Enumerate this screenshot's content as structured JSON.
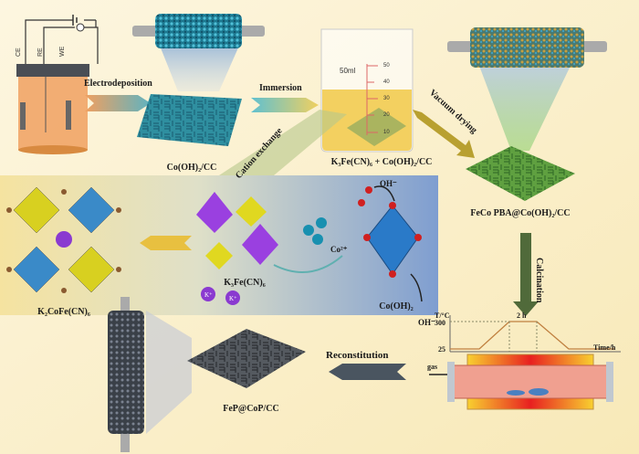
{
  "cell": {
    "ce": "CE",
    "re": "RE",
    "we": "WE"
  },
  "steps": {
    "electrodeposition": "Electrodeposition",
    "immersion": "Immersion",
    "vacuum_drying": "Vacuum drying",
    "cation_exchange": "Cation exchange",
    "calcination": "Calcination",
    "reconstitution": "Reconstitution"
  },
  "products": {
    "co_oh2_cc": "Co(OH)₂/CC",
    "beaker_mix": "K₃Fe(CN)₆ + Co(OH)₂/CC",
    "feco_pba": "FeCo PBA@Co(OH)₂/CC",
    "k2cofe": "K₂CoFe(CN)₆",
    "k3fe": "K₃Fe(CN)₆",
    "co_oh2": "Co(OH)₂",
    "fep_cop": "FeP@CoP/CC"
  },
  "beaker": {
    "volume": "50ml",
    "ticks": [
      "50",
      "40",
      "30",
      "20",
      "10"
    ]
  },
  "ions": {
    "oh_top": "OH⁻",
    "oh_bottom": "OH⁻",
    "co2": "Co²⁺",
    "k1": "K⁺",
    "k2": "K⁺"
  },
  "furnace": {
    "y_axis": "T/°C",
    "x_axis": "Time/h",
    "t_high": "300",
    "t_low": "25",
    "hold": "2 h",
    "gas": "gas"
  }
}
